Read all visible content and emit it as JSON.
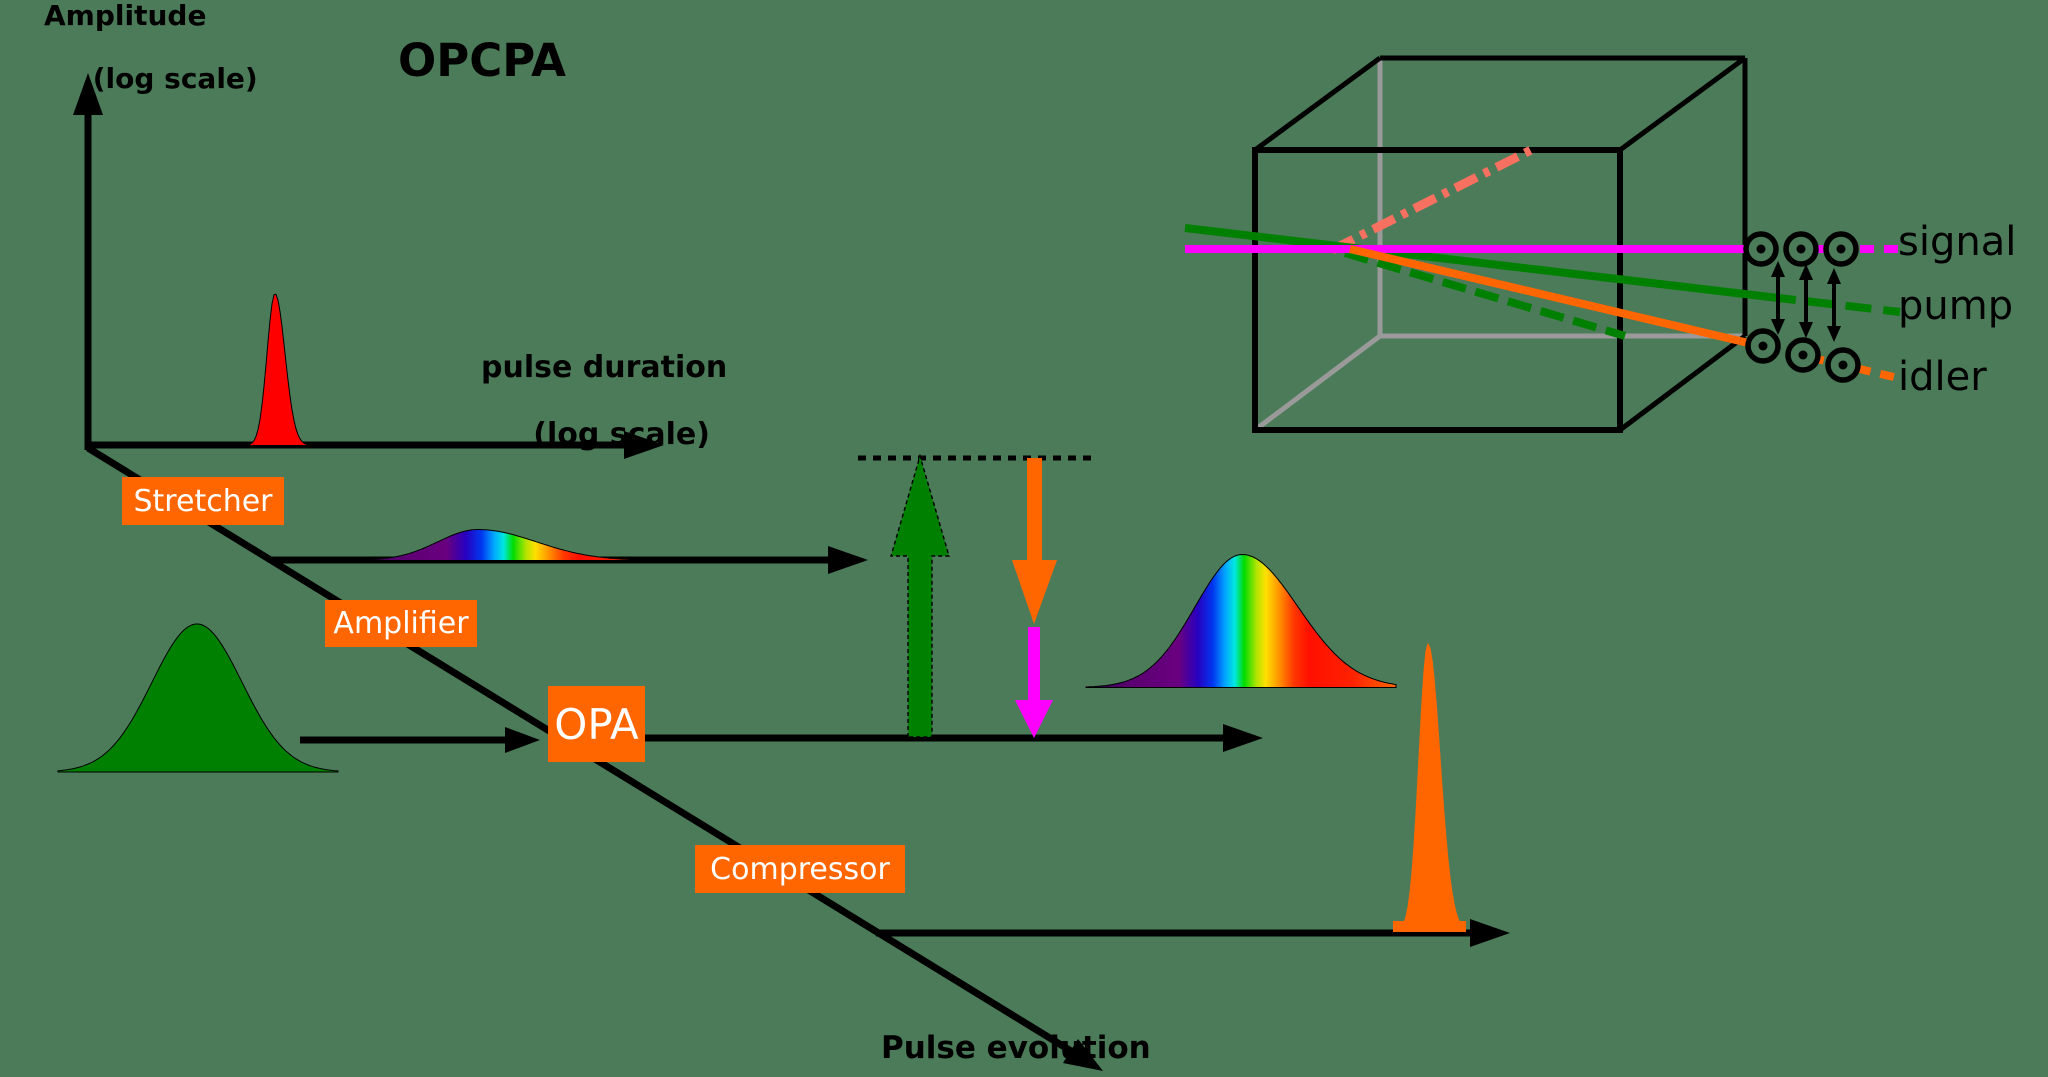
{
  "title": "OPCPA",
  "background_color": "#4B7B58",
  "axes": {
    "amplitude_label": "Amplitude",
    "amplitude_scale": "(log scale)",
    "duration_label": "pulse duration",
    "duration_scale": "(log scale)",
    "evolution_label": "Pulse evolution"
  },
  "stages": {
    "stretcher_label": "Stretcher",
    "amplifier_label": "Amplifier",
    "opa_label": "OPA",
    "compressor_label": "Compressor",
    "box_color": "#FF6600",
    "box_text_color": "#FFFFFF"
  },
  "pulses": [
    {
      "name": "input-pulse",
      "color": "#FF0000"
    },
    {
      "name": "stretched-chirped-pulse",
      "color": "rainbow-gradient"
    },
    {
      "name": "pump-pulse",
      "color": "#008000"
    },
    {
      "name": "amplified-chirped-pulse",
      "color": "rainbow-gradient"
    },
    {
      "name": "compressed-output-pulse",
      "color": "#FF6600"
    }
  ],
  "level_arrows": {
    "gain_up_arrow_color": "#008000",
    "pump_depletion_down_arrow_color": "#FF6600",
    "signal_down_arrow_color": "#FF00FF"
  },
  "crystal": {
    "signal_label": "signal",
    "pump_label": "pump",
    "idler_label": "idler",
    "signal_color": "#FF00FF",
    "pump_color": "#008000",
    "idler_color": "#FF6600",
    "optical_axis_color": "#F87060",
    "edge_color": "#000000",
    "hidden_edge_color": "#9A9A9A"
  }
}
